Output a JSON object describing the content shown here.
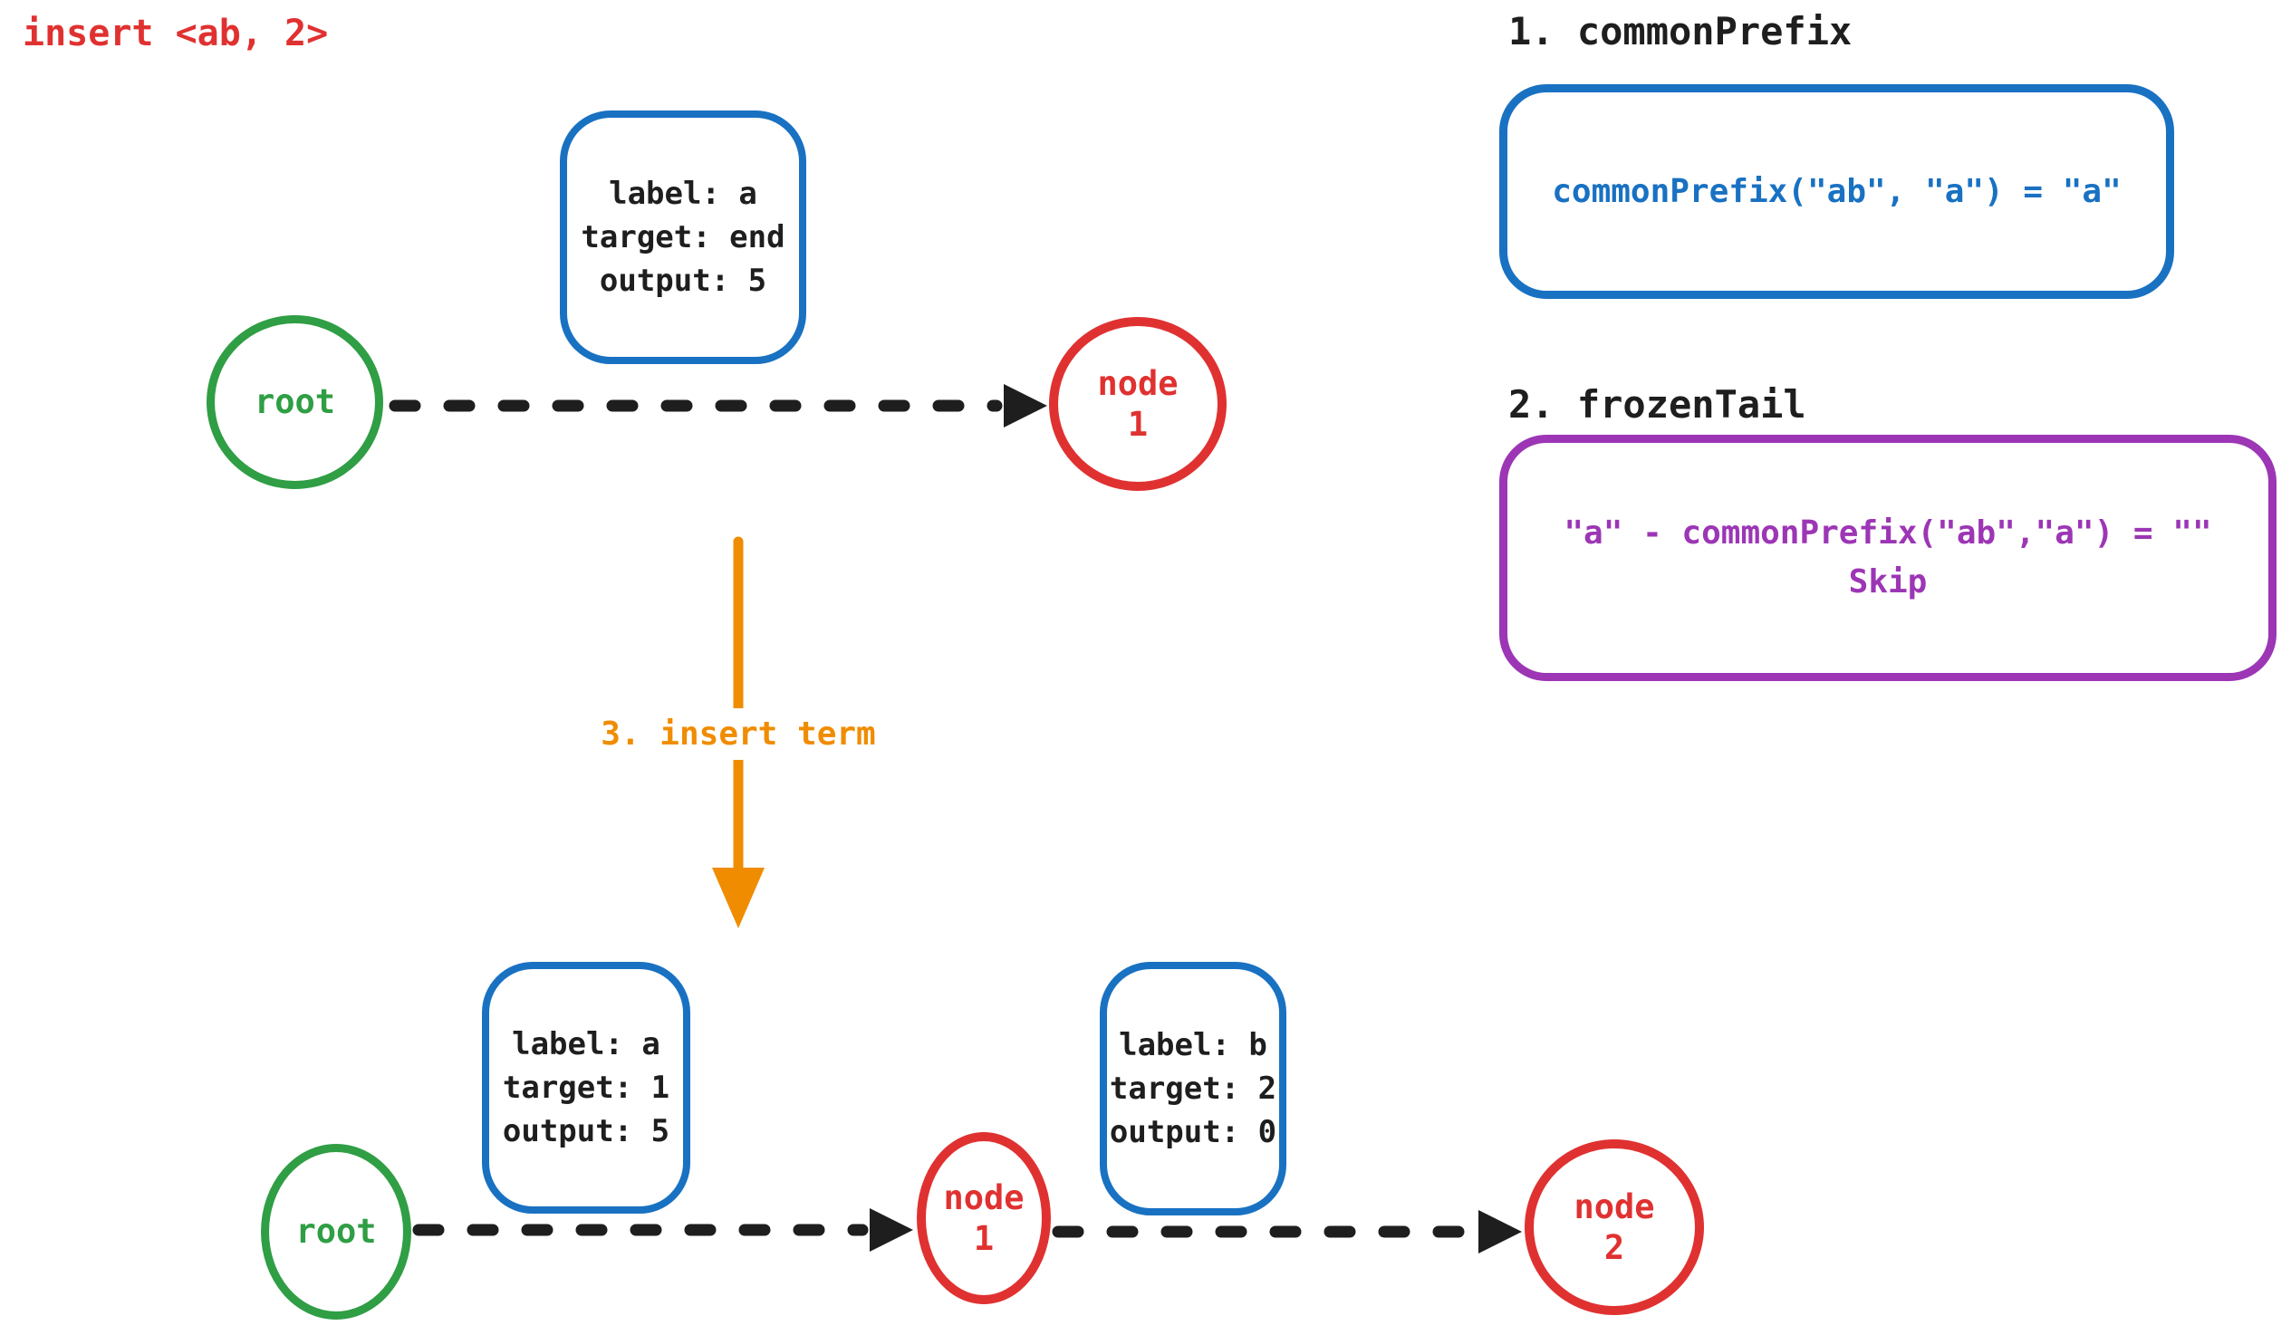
{
  "title": "insert <ab, 2>",
  "colors": {
    "red": "#e03131",
    "green": "#2f9e44",
    "blue": "#1971c2",
    "purple": "#9c36b5",
    "orange": "#f08c00",
    "ink": "#1e1e1e"
  },
  "top_diagram": {
    "root_label": "root",
    "node1": {
      "line1": "node",
      "line2": "1"
    },
    "edge_box": {
      "label": "label: a",
      "target": "target: end",
      "output": "output: 5"
    }
  },
  "steps": {
    "one": {
      "title": "1. commonPrefix",
      "formula": "commonPrefix(\"ab\", \"a\") = \"a\""
    },
    "two": {
      "title": "2. frozenTail",
      "formula": "\"a\" - commonPrefix(\"ab\",\"a\") = \"\"",
      "note": "Skip"
    },
    "three": {
      "label": "3. insert term"
    }
  },
  "bottom_diagram": {
    "root_label": "root",
    "node1": {
      "line1": "node",
      "line2": "1"
    },
    "node2": {
      "line1": "node",
      "line2": "2"
    },
    "edge_box_1": {
      "label": "label: a",
      "target": "target: 1",
      "output": "output: 5"
    },
    "edge_box_2": {
      "label": "label: b",
      "target": "target: 2",
      "output": "output: 0"
    }
  }
}
